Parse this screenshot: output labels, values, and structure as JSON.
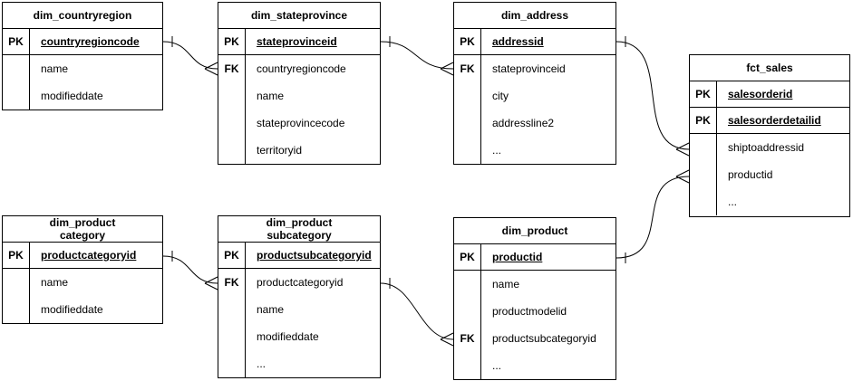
{
  "diagram": {
    "kind": "entity-relationship",
    "background_color": "#ffffff",
    "line_color": "#000000",
    "tables": [
      {
        "name": "dim_countryregion",
        "title": "dim_countryregion",
        "rows": [
          {
            "key": "PK",
            "field": "countryregioncode",
            "is_pk": true
          },
          {
            "key": "",
            "field": "name"
          },
          {
            "key": "",
            "field": "modifieddate"
          }
        ]
      },
      {
        "name": "dim_stateprovince",
        "title": "dim_stateprovince",
        "rows": [
          {
            "key": "PK",
            "field": "stateprovinceid",
            "is_pk": true
          },
          {
            "key": "FK",
            "field": "countryregioncode"
          },
          {
            "key": "",
            "field": "name"
          },
          {
            "key": "",
            "field": "stateprovincecode"
          },
          {
            "key": "",
            "field": "territoryid"
          }
        ]
      },
      {
        "name": "dim_address",
        "title": "dim_address",
        "rows": [
          {
            "key": "PK",
            "field": "addressid",
            "is_pk": true
          },
          {
            "key": "FK",
            "field": "stateprovinceid"
          },
          {
            "key": "",
            "field": "city"
          },
          {
            "key": "",
            "field": "addressline2"
          },
          {
            "key": "",
            "field": "..."
          }
        ]
      },
      {
        "name": "fct_sales",
        "title": "fct_sales",
        "rows": [
          {
            "key": "PK",
            "field": "salesorderid",
            "is_pk": true
          },
          {
            "key": "PK",
            "field": "salesorderdetailid",
            "is_pk": true
          },
          {
            "key": "",
            "field": "shiptoaddressid"
          },
          {
            "key": "",
            "field": "productid"
          },
          {
            "key": "",
            "field": "..."
          }
        ]
      },
      {
        "name": "dim_productcategory",
        "title": "dim_product\ncategory",
        "rows": [
          {
            "key": "PK",
            "field": "productcategoryid",
            "is_pk": true
          },
          {
            "key": "",
            "field": "name"
          },
          {
            "key": "",
            "field": "modifieddate"
          }
        ]
      },
      {
        "name": "dim_productsubcategory",
        "title": "dim_product\nsubcategory",
        "rows": [
          {
            "key": "PK",
            "field": "productsubcategoryid",
            "is_pk": true
          },
          {
            "key": "FK",
            "field": "productcategoryid"
          },
          {
            "key": "",
            "field": "name"
          },
          {
            "key": "",
            "field": "modifieddate"
          },
          {
            "key": "",
            "field": "..."
          }
        ]
      },
      {
        "name": "dim_product",
        "title": "dim_product",
        "rows": [
          {
            "key": "PK",
            "field": "productid",
            "is_pk": true
          },
          {
            "key": "",
            "field": "name"
          },
          {
            "key": "",
            "field": "productmodelid"
          },
          {
            "key": "FK",
            "field": "productsubcategoryid"
          },
          {
            "key": "",
            "field": "..."
          }
        ]
      }
    ],
    "relations": [
      {
        "from": "dim_countryregion.countryregioncode",
        "to": "dim_stateprovince.countryregioncode",
        "from_cardinality": "one",
        "to_cardinality": "many"
      },
      {
        "from": "dim_stateprovince.stateprovinceid",
        "to": "dim_address.stateprovinceid",
        "from_cardinality": "one",
        "to_cardinality": "many"
      },
      {
        "from": "dim_address.addressid",
        "to": "fct_sales.shiptoaddressid",
        "from_cardinality": "one",
        "to_cardinality": "many"
      },
      {
        "from": "dim_product.productid",
        "to": "fct_sales.productid",
        "from_cardinality": "one",
        "to_cardinality": "many"
      },
      {
        "from": "dim_productcategory.productcategoryid",
        "to": "dim_productsubcategory.productcategoryid",
        "from_cardinality": "one",
        "to_cardinality": "many"
      },
      {
        "from": "dim_productsubcategory.productsubcategoryid",
        "to": "dim_product.productsubcategoryid",
        "from_cardinality": "one",
        "to_cardinality": "many"
      }
    ]
  }
}
